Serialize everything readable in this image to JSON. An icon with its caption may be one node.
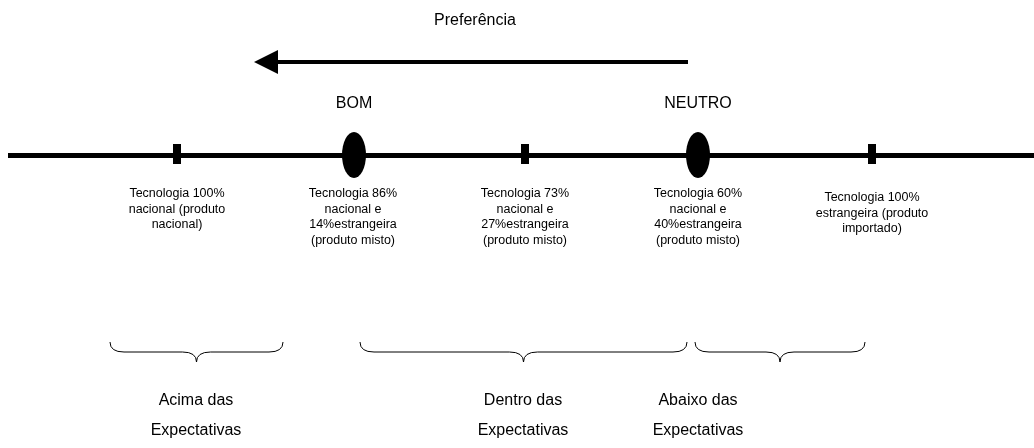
{
  "diagram": {
    "labels": [
      "Preferência",
      "BOM",
      "NEUTRO",
      "Tecnologia 100% nacional (produto nacional)",
      "Tecnologia 86% nacional e 14%estrangeira (produto misto)",
      "Tecnologia 73% nacional e 27%estrangeira (produto misto)",
      "Tecnologia 60% nacional e 40%estrangeira (produto misto)",
      "Tecnologia 100% estrangeira (produto importado)",
      "Acima das Expectativas",
      "Dentro das Expectativas",
      "Abaixo das Expectativas"
    ]
  }
}
